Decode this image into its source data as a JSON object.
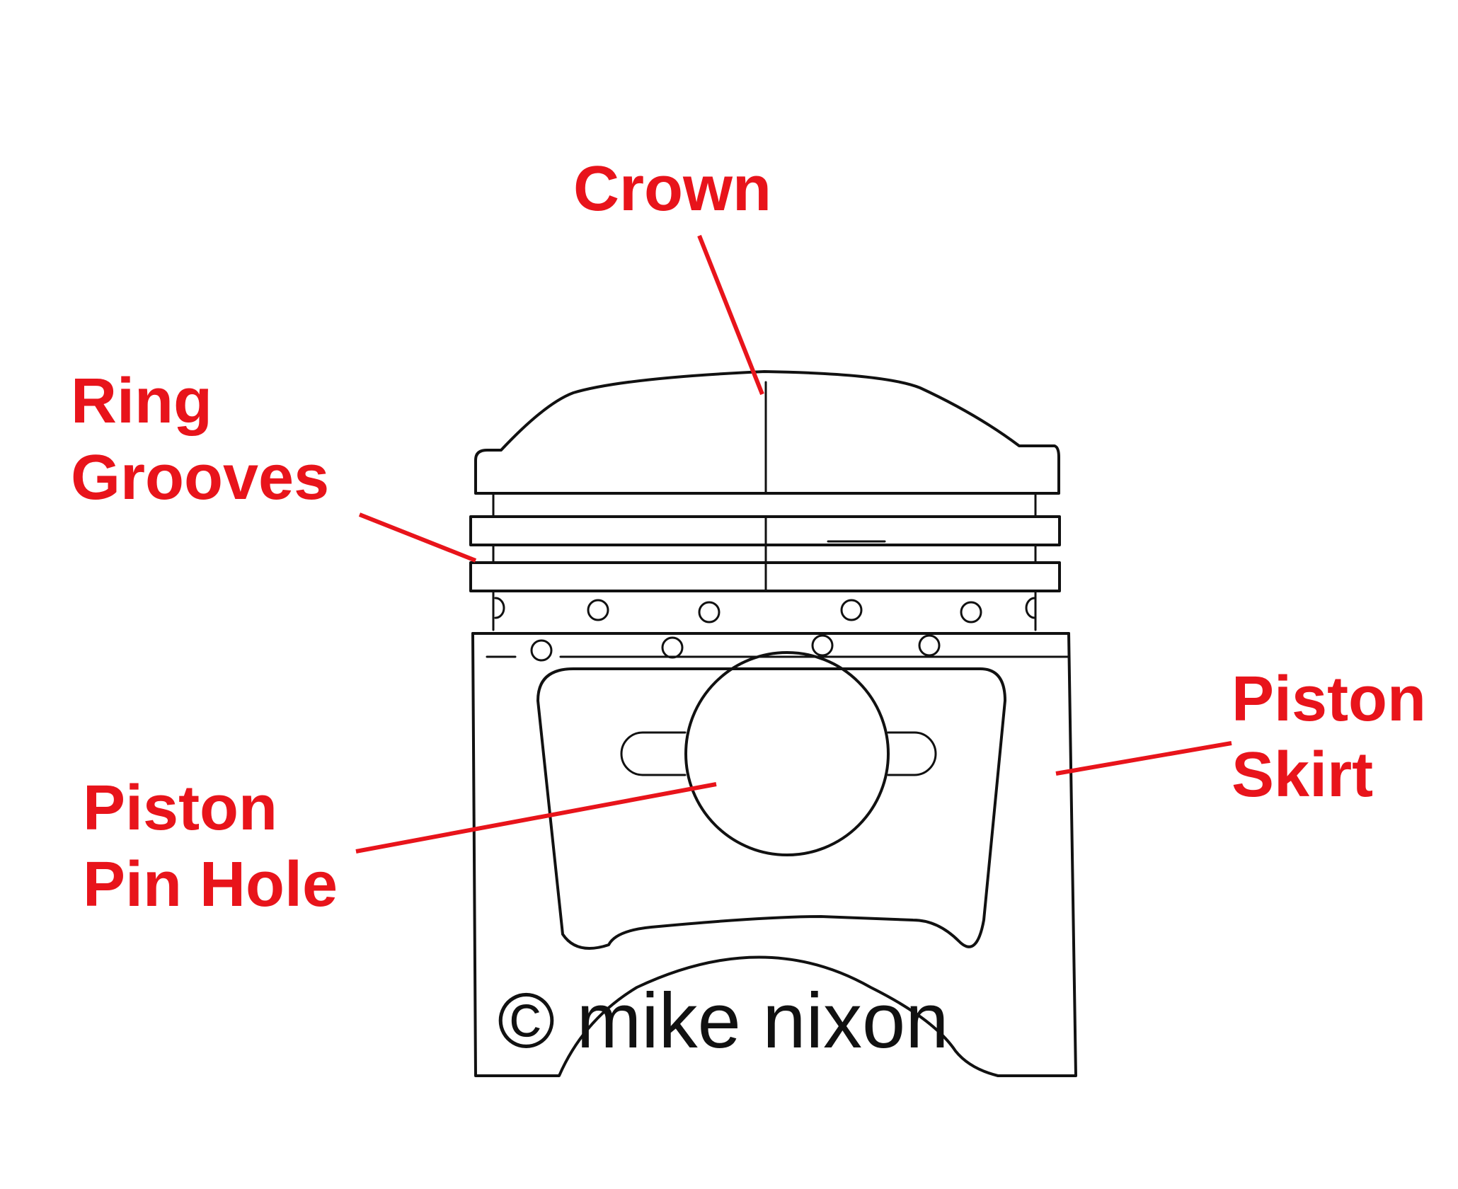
{
  "labels": {
    "crown": "Crown",
    "ring_grooves_line1": "Ring",
    "ring_grooves_line2": "Grooves",
    "piston_skirt_line1": "Piston",
    "piston_skirt_line2": "Skirt",
    "pin_hole_line1": "Piston",
    "pin_hole_line2": "Pin Hole"
  },
  "watermark": "© mike nixon",
  "colors": {
    "label": "#e8141b",
    "leader": "#e8141b",
    "outline": "#111111",
    "watermark": "#111111",
    "background": "#ffffff"
  }
}
